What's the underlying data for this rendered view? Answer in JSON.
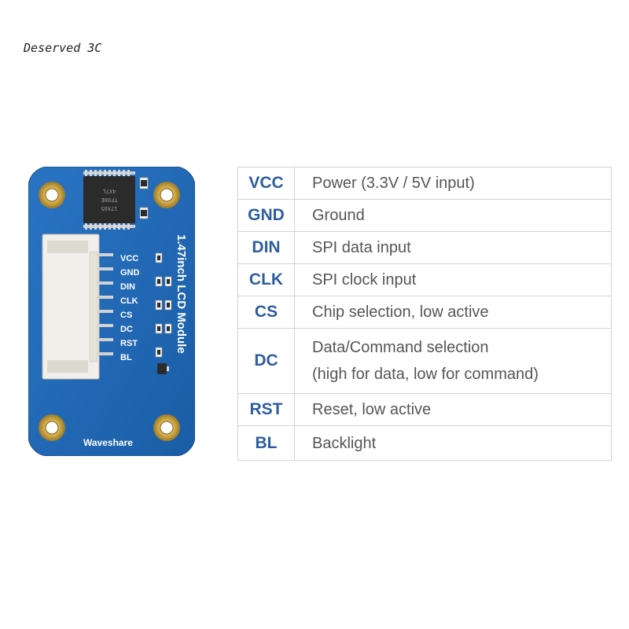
{
  "watermark": "Deserved 3C",
  "board": {
    "title": "1.47inch LCD Module",
    "brand": "Waveshare",
    "chip_text": [
      "4X7L",
      "TF08E",
      "17X05"
    ],
    "pin_labels": [
      "VCC",
      "GND",
      "DIN",
      "CLK",
      "CS",
      "DC",
      "RST",
      "BL"
    ],
    "colors": {
      "pcb": "#1f66b3",
      "pcb_dark": "#174f8f",
      "connector": "#f1efe9",
      "pad": "#c8a544",
      "chip": "#2b2b2b"
    }
  },
  "table": {
    "rows": [
      {
        "pin": "VCC",
        "desc": [
          "Power (3.3V / 5V input)"
        ]
      },
      {
        "pin": "GND",
        "desc": [
          "Ground"
        ]
      },
      {
        "pin": "DIN",
        "desc": [
          "SPI data input"
        ]
      },
      {
        "pin": "CLK",
        "desc": [
          "SPI clock input"
        ]
      },
      {
        "pin": "CS",
        "desc": [
          "Chip selection, low active"
        ]
      },
      {
        "pin": "DC",
        "desc": [
          "Data/Command selection",
          "(high for data, low for command)"
        ]
      },
      {
        "pin": "RST",
        "desc": [
          "Reset, low active"
        ]
      },
      {
        "pin": "BL",
        "desc": [
          "Backlight"
        ]
      }
    ],
    "colors": {
      "pin_text": "#2d5d9f",
      "desc_text": "#555555",
      "border": "#d4d4d4"
    }
  }
}
